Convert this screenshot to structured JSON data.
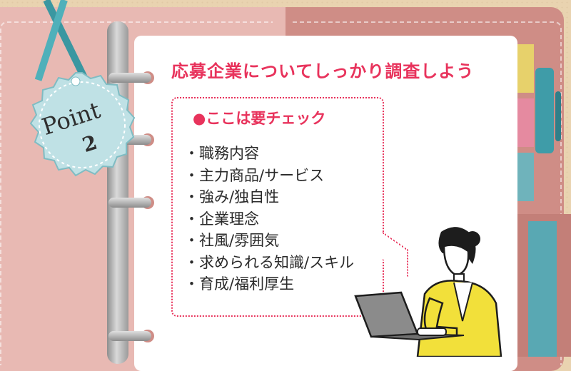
{
  "title": "応募企業についてしっかり調査しよう",
  "badge": {
    "label": "Point",
    "number": "2"
  },
  "checklist": {
    "heading": "●ここは要チェック",
    "items": [
      "・職務内容",
      "・主力商品/サービス",
      "・強み/独自性",
      "・企業理念",
      "・社風/雰囲気",
      "・求められる知識/スキル",
      "・育成/福利厚生"
    ]
  },
  "colors": {
    "accent": "#e8335c",
    "binder": "#cf8d86",
    "badge": "#bfe1e5",
    "ribbon": "#3a97a1",
    "shirt": "#f2e03a"
  },
  "icons": [
    "binder-ring-icon",
    "point-badge-icon",
    "person-with-laptop-icon",
    "pen-icon"
  ]
}
